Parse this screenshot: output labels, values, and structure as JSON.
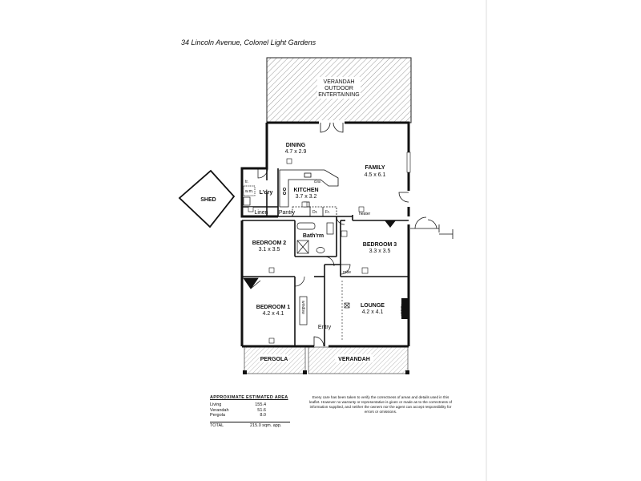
{
  "address": "34 Lincoln Avenue, Colonel Light Gardens",
  "rooms": {
    "verandah_outdoor": [
      "VERANDAH",
      "OUTDOOR",
      "ENTERTAINING"
    ],
    "dining": {
      "name": "DINING",
      "size": "4.7 x 2.9"
    },
    "family": {
      "name": "FAMILY",
      "size": "4.5 x 6.1"
    },
    "kitchen": {
      "name": "KITCHEN",
      "size": "3.7 x 3.2"
    },
    "laundry": {
      "name": "L'dry"
    },
    "shed": {
      "name": "SHED"
    },
    "linen": {
      "name": "Linen"
    },
    "pantry": {
      "name": "Pantry"
    },
    "bathroom": {
      "name": "Bath'rm"
    },
    "bedroom2": {
      "name": "BEDROOM 2",
      "size": "3.1 x 3.5"
    },
    "bedroom3": {
      "name": "BEDROOM 3",
      "size": "3.3 x 3.5"
    },
    "bedroom1": {
      "name": "BEDROOM 1",
      "size": "4.2 x 4.1"
    },
    "lounge": {
      "name": "LOUNGE",
      "size": "4.2 x 4.1"
    },
    "entry": {
      "name": "Entry"
    },
    "pergola": {
      "name": "PERGOLA"
    },
    "verandah_front": {
      "name": "VERANDAH"
    }
  },
  "fixtures": {
    "dw": "d.w.",
    "wm": "w.m.",
    "tr": "tr.",
    "fr": "Fr.",
    "dr": "Dr.",
    "heater_family": "heater",
    "heater_lounge": "heater",
    "robe": "robe",
    "window": "window"
  },
  "area_table": {
    "heading": "APPROXIMATE ESTIMATED AREA",
    "rows": [
      {
        "label": "Living",
        "value": "155.4"
      },
      {
        "label": "Verandah",
        "value": "51.6"
      },
      {
        "label": "Pergola",
        "value": "8.0"
      }
    ],
    "total_label": "TOTAL",
    "total_value": "215.0 sqm. app."
  },
  "disclaimer": "Every care has been taken to verify the correctness of areas and details used in this leaflet. However no warranty or representative is given or made as to the correctness of information supplied, and neither the owners nor the agent can accept responsibility for errors or omissions."
}
